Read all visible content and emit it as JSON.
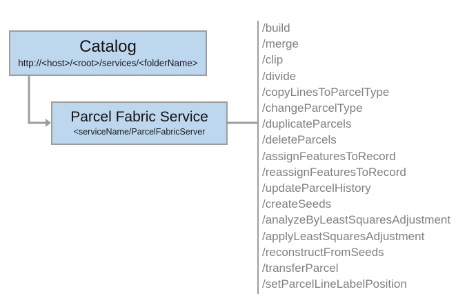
{
  "diagram": {
    "nodes": [
      {
        "id": "catalog",
        "title": "Catalog",
        "subtitle": "http://<host>/<root>/services/<folderName>"
      },
      {
        "id": "parcel-fabric-service",
        "title": "Parcel Fabric Service",
        "subtitle": "<serviceName/ParcelFabricServer"
      }
    ],
    "operations": [
      "/build",
      "/merge",
      "/clip",
      "/divide",
      "/copyLinesToParcelType",
      "/changeParcelType",
      "/duplicateParcels",
      "/deleteParcels",
      "/assignFeaturesToRecord",
      "/reassignFeaturesToRecord",
      "/updateParcelHistory",
      "/createSeeds",
      "/analyzeByLeastSquaresAdjustment",
      "/applyLeastSquaresAdjustment",
      "/reconstructFromSeeds",
      "/transferParcel",
      "/setParcelLineLabelPosition"
    ],
    "colors": {
      "node_fill": "#bdd7ee",
      "node_border": "#9d9d9d",
      "connector": "#9d9d9d",
      "operation_text": "#808080",
      "title_text": "#111111",
      "background": "#ffffff"
    }
  }
}
